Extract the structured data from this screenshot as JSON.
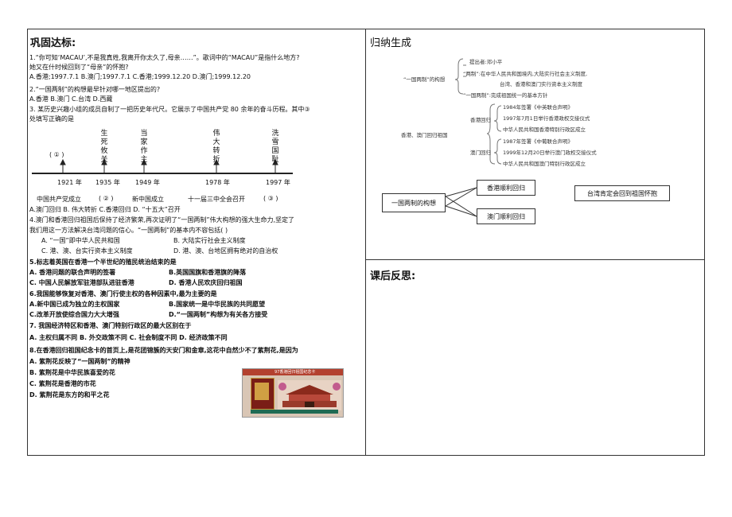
{
  "left": {
    "title": "巩固达标:",
    "q1": {
      "stem1": "1.“你可知‘MACAU’,不是我真姓,我离开你太久了,母亲……”。歌词中的“MACAU”是指什么地方?",
      "stem2": "她又在什时候回到了“母亲”的怀抱?",
      "options": "A.香港;1997.7.1    B.澳门;1997.7.1    C.香港;1999.12.20    D.澳门;1999.12.20"
    },
    "q2": {
      "stem": "2.“一国两制”的构想最早针对哪一地区提出的?",
      "options": "A.香港        B.澳门      C.台湾      D.西藏"
    },
    "q3": {
      "stem1": "3. 某历史兴趣小组的成员自制了一把历史年代尺。它展示了中国共产党 80 余年的奋斗历程。其中③",
      "stem2": "处填写正确的是"
    },
    "timeline": {
      "circle1": "( ① )",
      "vertical": [
        "生死攸关",
        "当家作主",
        "伟大转折",
        "洗雪国耻"
      ],
      "years": [
        "1921 年",
        "1935 年",
        "1949 年",
        "1978 年",
        "1997 年"
      ],
      "events": [
        "中国共产党成立",
        "( ② )",
        "新中国成立",
        "十一届三中全会召开",
        "( ③ )"
      ]
    },
    "q3_options": "A.澳门回归  B. 伟大转折  C.香港回归   D. “十五大”召开",
    "q4": {
      "stem1": "4.澳门和香港回归祖国后保持了经济繁荣,再次证明了“一国两制”伟大构想的强大生命力,坚定了",
      "stem2": "我们用这一方法解决台湾问题的信心。“一国两制”的基本内不容包括(     )",
      "optA": "A. “一国”即中华人民共和国",
      "optB": "B. 大陆实行社会主义制度",
      "optC": "C. 港、澳、台实行资本主义制度",
      "optD": "D. 港、澳、台地区拥有绝对的自治权"
    },
    "q5": {
      "stem": "5.标志着英国在香港一个半世纪的殖民统治结束的是",
      "optA": "A. 香港问题的联合声明的签署",
      "optB": "B.英国国旗和香港旗的降落",
      "optC": "C. 中国人民解放军驻港部队进驻香港",
      "optD": "D. 香港人民欢庆回归祖国"
    },
    "q6": {
      "stem": "6.我国能够恢复对香港、澳门行使主权的各种因素中,最为主要的是",
      "optA": "A.新中国已成为独立的主权国家",
      "optB": "B.国家统一是中华民族的共同愿望",
      "optC": "C.改革开放使综合国力大大增强",
      "optD": "D.“一国两制”构想为有关各方接受"
    },
    "q7": {
      "stem": "7. 我国经济特区和香港、澳门特别行政区的最大区别在于",
      "options": "A. 主权归属不同     B. 外交政策不同     C. 社会制度不同     D. 经济政策不同"
    },
    "q8": {
      "stem1": "8.在香港回归祖国纪念卡的首页上,是花团锦簇的天安门和金章,这花中自然少不了紫荆花,是因为",
      "optA": "A. 紫荆花反映了“一国两制”的精神",
      "optB": "B. 紫荆花是中华民族喜爱的花",
      "optC": "C. 紫荆花是香港的市花",
      "optD": "D. 紫荆花是东方的和平之花"
    },
    "card_caption": "97香港回归祖国纪念卡"
  },
  "right": {
    "title": "归纳生成",
    "mindmap": {
      "root1": "“一国两制”的构想",
      "b1": "提出者:邓小平",
      "b2a": "“两制”:在中华人民共和国境内,大陆实行社会主义制度,",
      "b2b": "台湾、香港和澳门实行资本主义制度",
      "b3": "“一国两制”:完成祖国统一的基本方针",
      "root2": "香港、澳门回归祖国",
      "hk": "香港回归",
      "hk1": "1984年签署《中英联合声明》",
      "hk2": "1997年7月1日举行香港政权交接仪式",
      "hk3": "中华人民共和国香港特别行政区成立",
      "mo": "澳门回归",
      "mo1": "1987年签署《中葡联合声明》",
      "mo2": "1999年12月20日举行澳门政权交接仪式",
      "mo3": "中华人民共和国澳门特别行政区成立"
    },
    "diagram": {
      "center": "一国两制的构想",
      "top": "香港顺利回归",
      "bottom": "澳门顺利回归",
      "right": "台湾肯定会回到祖国怀抱"
    },
    "reflection_title": "课后反思:"
  }
}
